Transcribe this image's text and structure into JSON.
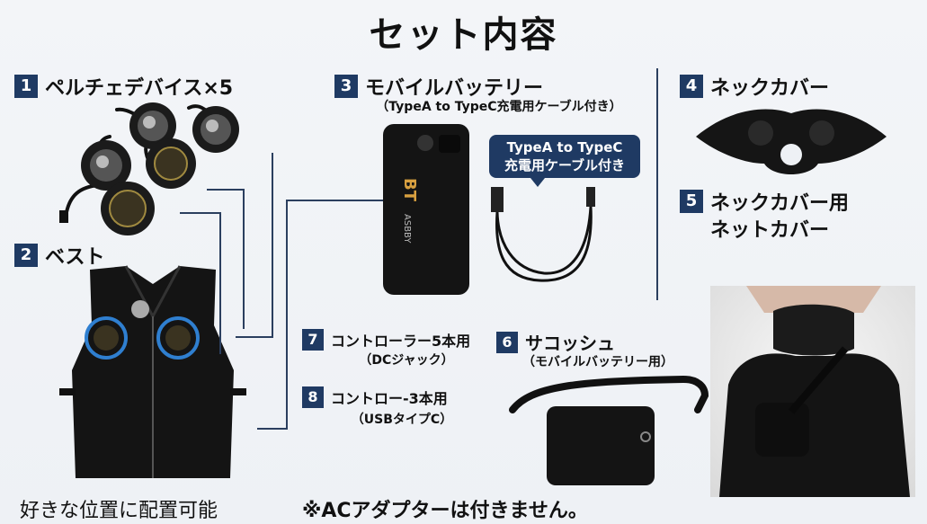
{
  "title": "セット内容",
  "items": {
    "i1": {
      "num": "1",
      "label": "ペルチェデバイス×5"
    },
    "i2": {
      "num": "2",
      "label": "ベスト"
    },
    "i3": {
      "num": "3",
      "label": "モバイルバッテリー",
      "sub": "（TypeA to TypeC充電用ケーブル付き）"
    },
    "i4": {
      "num": "4",
      "label": "ネックカバー"
    },
    "i5": {
      "num": "5",
      "label1": "ネックカバー用",
      "label2": "ネットカバー"
    },
    "i6": {
      "num": "6",
      "label": "サコッシュ",
      "sub": "（モバイルバッテリー用）"
    },
    "i7": {
      "num": "7",
      "label": "コントローラー5本用",
      "sub": "（DCジャック）"
    },
    "i8": {
      "num": "8",
      "label": "コントロー-3本用",
      "sub": "（USBタイプC）"
    }
  },
  "cable_bubble": {
    "line1": "TypeA to TypeC",
    "line2": "充電用ケーブル付き"
  },
  "battery_text": {
    "brand": "BT",
    "model": "ASBBY"
  },
  "vest_note": "好きな位置に配置可能",
  "footer_note": "※ACアダプターは付きません。"
}
